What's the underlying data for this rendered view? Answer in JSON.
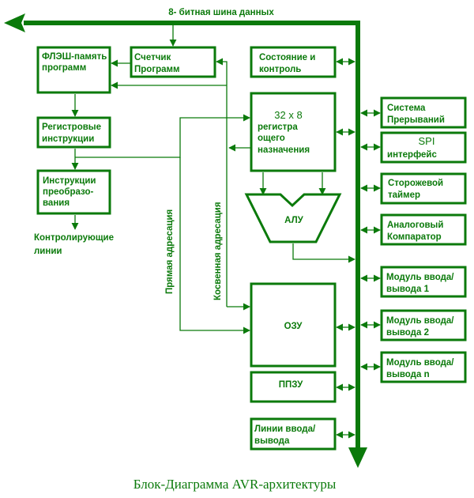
{
  "diagram": {
    "title": "Блок-Диаграмма AVR-архитектуры",
    "accent_color": "#0b7a0b",
    "bus_label": "8- битная шина данных",
    "blocks": {
      "flash": [
        "ФЛЭШ-память",
        "программ"
      ],
      "pc": [
        "Счетчик",
        "Программ"
      ],
      "status": [
        "Состояние и",
        "контроль"
      ],
      "instr_reg": [
        "Регистровые",
        "инструкции"
      ],
      "instr_decode": [
        "Инструкции",
        "преобразо-",
        "вания"
      ],
      "registers": [
        "32 x 8",
        "регистра",
        "ощего",
        "назначения"
      ],
      "alu": "АЛУ",
      "sram": "ОЗУ",
      "eeprom": "ППЗУ",
      "io_lines": [
        "Линии ввода/",
        "вывода"
      ],
      "interrupts": [
        "Система",
        "Прерываний"
      ],
      "spi": [
        "SPI",
        "интерфейс"
      ],
      "watchdog": [
        "Сторожевой",
        "таймер"
      ],
      "comparator": [
        "Аналоговый",
        "Компаратор"
      ],
      "io1": [
        "Модуль ввода/",
        "вывода 1"
      ],
      "io2": [
        "Модуль ввода/",
        "вывода 2"
      ],
      "ion": [
        "Модуль ввода/",
        "вывода n"
      ]
    },
    "labels": {
      "control_lines": [
        "Контролирующие",
        "линии"
      ],
      "direct_addressing": "Прямая адресация",
      "indirect_addressing": "Косвенная адресация"
    }
  }
}
